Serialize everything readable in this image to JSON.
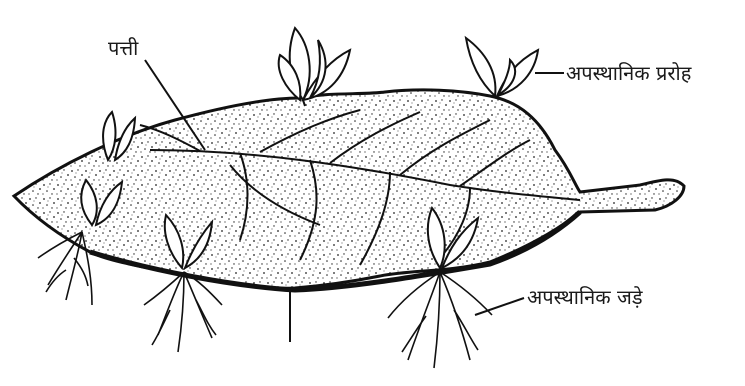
{
  "labels": {
    "leaf": "पत्ती",
    "adventitious_shoot": "अपस्थानिक प्ररोह",
    "adventitious_roots": "अपस्थानिक जड़े"
  },
  "colors": {
    "ink": "#1a1a1a",
    "background": "#ffffff"
  }
}
